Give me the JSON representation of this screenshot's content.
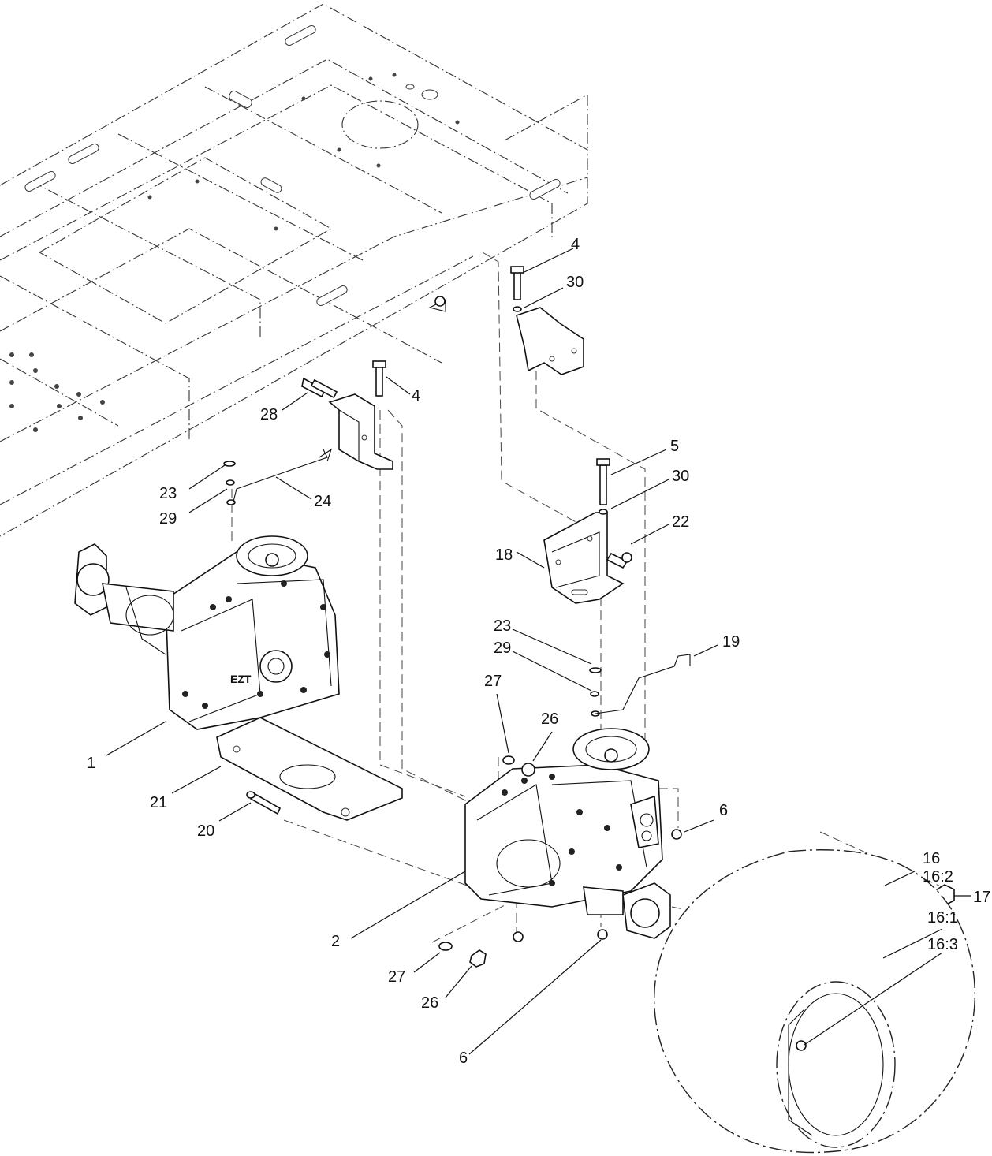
{
  "callouts": {
    "c1": "1",
    "c2": "2",
    "c4a": "4",
    "c4b": "4",
    "c5": "5",
    "c6a": "6",
    "c6b": "6",
    "c16": "16",
    "c16_2": "16:2",
    "c16_1": "16:1",
    "c16_3": "16:3",
    "c17": "17",
    "c18": "18",
    "c19": "19",
    "c20": "20",
    "c21": "21",
    "c22": "22",
    "c23a": "23",
    "c23b": "23",
    "c24": "24",
    "c26a": "26",
    "c26b": "26",
    "c27a": "27",
    "c27b": "27",
    "c28": "28",
    "c29a": "29",
    "c29b": "29",
    "c30a": "30",
    "c30b": "30"
  },
  "logo_text": "EZT"
}
